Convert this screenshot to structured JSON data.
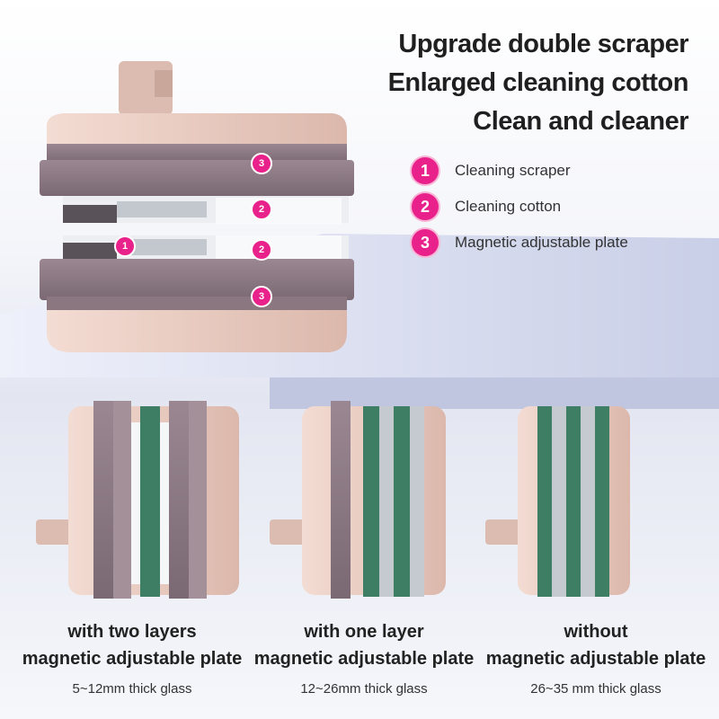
{
  "headline": {
    "line1": "Upgrade double scraper",
    "line2": "Enlarged cleaning cotton",
    "line3": "Clean and cleaner"
  },
  "legend": [
    {
      "num": "1",
      "label": "Cleaning scraper"
    },
    {
      "num": "2",
      "label": "Cleaning cotton"
    },
    {
      "num": "3",
      "label": "Magnetic adjustable plate"
    }
  ],
  "callouts": [
    "3",
    "2",
    "1",
    "2",
    "3"
  ],
  "variants": [
    {
      "line1": "with two layers",
      "line2": "magnetic adjustable plate",
      "glass": "5~12mm thick glass"
    },
    {
      "line1": "with one layer",
      "line2": "magnetic adjustable plate",
      "glass": "12~26mm thick glass"
    },
    {
      "line1": "without",
      "line2": "magnetic adjustable plate",
      "glass": "26~35 mm thick glass"
    }
  ],
  "colors": {
    "accent": "#e8228a",
    "body_pink": "#e6c8bd",
    "plate_mauve": "#8e7b85",
    "cotton_green": "#3d7e64",
    "scraper_grey": "#b9bec6"
  }
}
